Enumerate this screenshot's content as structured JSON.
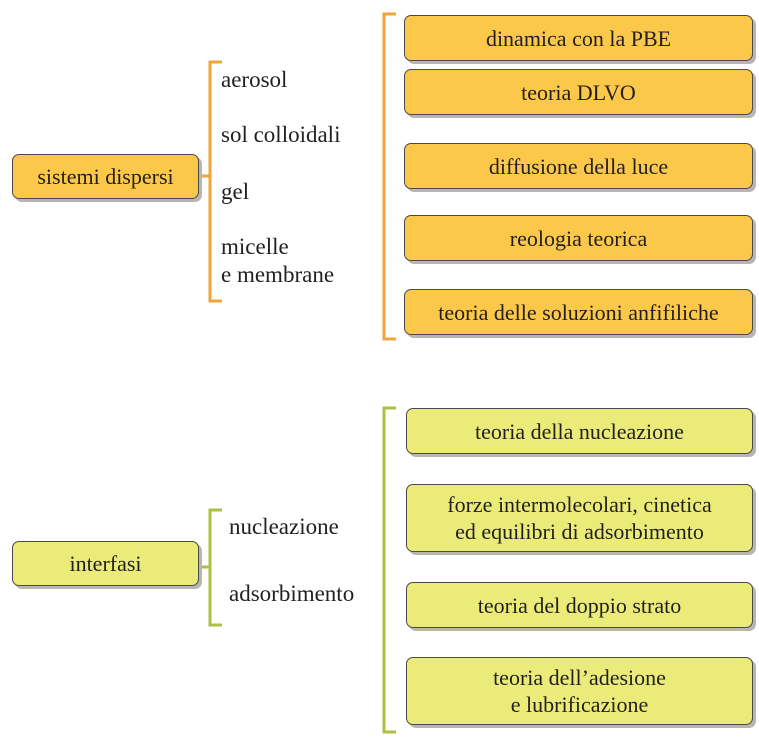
{
  "colors": {
    "orange_fill": "#fcc84a",
    "orange_line": "#f0a43a",
    "green_fill": "#eaeb79",
    "green_line": "#a9c23f"
  },
  "group1": {
    "root": "sistemi dispersi",
    "items": [
      "aerosol",
      "sol colloidali",
      "gel",
      "micelle\ne membrane"
    ],
    "theories": [
      "dinamica con la PBE",
      "teoria DLVO",
      "diffusione della luce",
      "reologia teorica",
      "teoria delle soluzioni anfifiliche"
    ]
  },
  "group2": {
    "root": "interfasi",
    "items": [
      "nucleazione",
      "adsorbimento"
    ],
    "theories": [
      "teoria della nucleazione",
      "forze intermolecolari, cinetica\ned equilibri di adsorbimento",
      "teoria del doppio strato",
      "teoria dell’adesione\ne lubrificazione"
    ]
  }
}
